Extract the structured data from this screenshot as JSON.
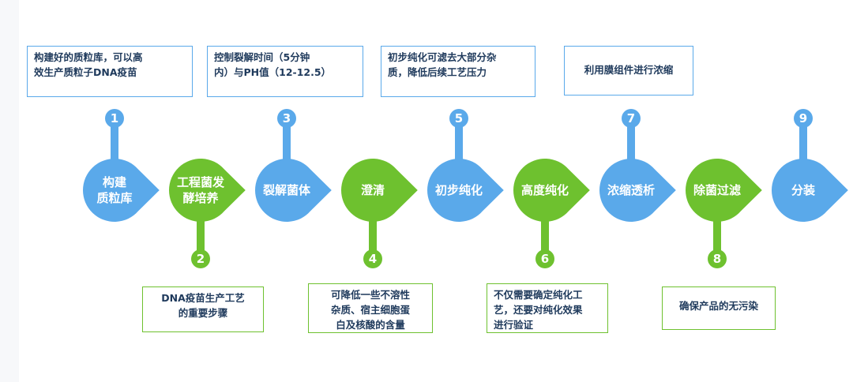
{
  "colors": {
    "blue": "#5aa9ea",
    "green": "#6ec12f",
    "text": "#1f3a5c"
  },
  "steps": [
    {
      "num": "1",
      "label": "构建\n质粒库",
      "color": "blue",
      "note": "构建好的质粒库，可以高\n效生产质粒子DNA疫苗"
    },
    {
      "num": "2",
      "label": "工程菌发\n酵培养",
      "color": "green",
      "note": "DNA疫苗生产工艺\n的重要步骤"
    },
    {
      "num": "3",
      "label": "裂解菌体",
      "color": "blue",
      "note": "控制裂解时间（5分钟\n内）与PH值（12-12.5）"
    },
    {
      "num": "4",
      "label": "澄清",
      "color": "green",
      "note": "可降低一些不溶性\n杂质、宿主细胞蛋\n白及核酸的含量"
    },
    {
      "num": "5",
      "label": "初步纯化",
      "color": "blue",
      "note": "初步纯化可滤去大部分杂\n质，降低后续工艺压力"
    },
    {
      "num": "6",
      "label": "高度纯化",
      "color": "green",
      "note": "不仅需要确定纯化工\n艺，还要对纯化效果\n进行验证"
    },
    {
      "num": "7",
      "label": "浓缩透析",
      "color": "blue",
      "note": "利用膜组件进行浓缩"
    },
    {
      "num": "8",
      "label": "除菌过滤",
      "color": "green",
      "note": "确保产品的无污染"
    },
    {
      "num": "9",
      "label": "分装",
      "color": "blue",
      "note": ""
    }
  ]
}
